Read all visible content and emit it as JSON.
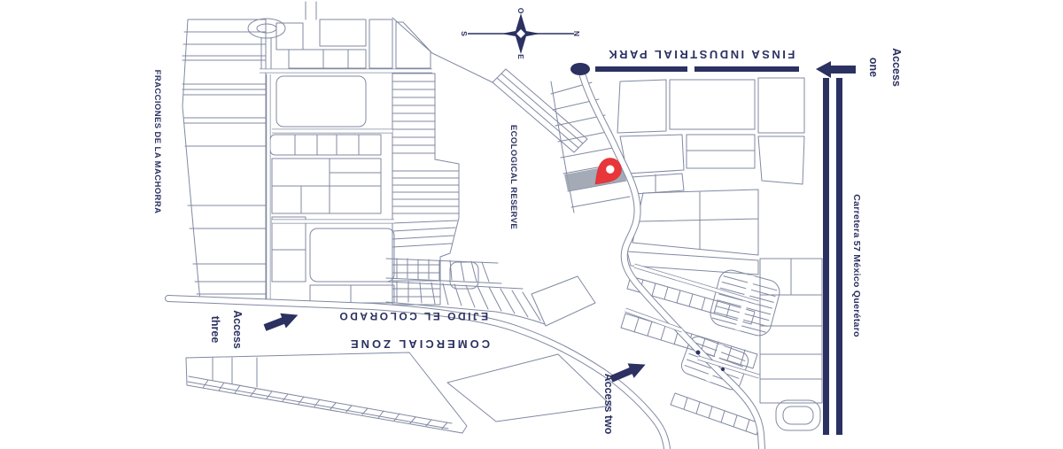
{
  "map": {
    "region_labels": {
      "fracciones": "FRACCIONES DE LA MACHORRA",
      "ecological_reserve": "ECOLOGICAL RESERVE",
      "finsa_park": "FINSA INDUSTRIAL PARK",
      "ejido": "EJIDO EL COLORADO",
      "comercial_zone": "COMERCIAL ZONE",
      "carretera": "Carretera 57 México Querétaro"
    },
    "access_labels": {
      "one_word1": "Access",
      "one_word2": "one",
      "two": "Access two",
      "three_word1": "Access",
      "three_word2": "three"
    },
    "compass": {
      "north": "N",
      "south": "S",
      "east": "E",
      "west": "O"
    },
    "marker": {
      "name": "location-pin",
      "color": "#e8363b"
    },
    "colors": {
      "navy": "#2b3161",
      "line_gray": "#8189a2",
      "pin_red": "#e8363b",
      "highlight_gray": "#9aa2ae",
      "background": "#ffffff"
    }
  }
}
